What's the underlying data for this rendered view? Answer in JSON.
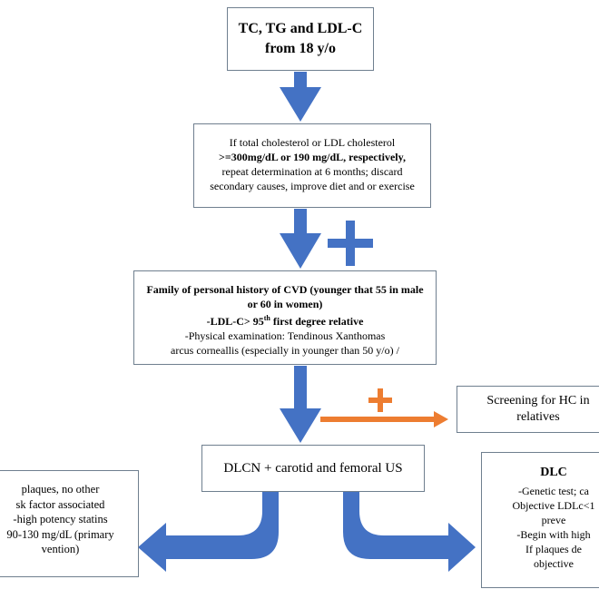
{
  "diagram": {
    "box_start": {
      "line1": "TC, TG and LDL-C",
      "line2": "from 18 y/o"
    },
    "box_repeat": {
      "line1": "If total cholesterol or LDL cholesterol",
      "line2": ">=300mg/dL or 190 mg/dL, respectively,",
      "line3": "repeat determination at 6 months; discard",
      "line4": "secondary causes, improve diet and or exercise"
    },
    "box_history": {
      "line1": "Family of personal history of CVD (younger that 55 in male",
      "line2": "or 60 in women)",
      "line3_pre": "-LDL-C> 95",
      "line3_sup": "th",
      "line3_post": " first degree relative",
      "line4": "-Physical examination:  Tendinous Xanthomas",
      "line5": "arcus corneallis (especially in younger than 50 y/o) /"
    },
    "box_screening": {
      "line1": "Screening for HC in",
      "line2": "relatives"
    },
    "box_dlcn": {
      "line1": "DLCN + carotid and femoral US"
    },
    "box_left": {
      "line1": " plaques, no other",
      "line2": "sk factor associated",
      "line3": "-high potency statins",
      "line4": "90-130 mg/dL (primary",
      "line5": "vention)"
    },
    "box_right": {
      "line1": "DLC",
      "line2": "-Genetic test; ca",
      "line3": "Objective LDLc<1",
      "line4": "preve",
      "line5": "-Begin with high",
      "line6": "If plaques de",
      "line7": "objective"
    },
    "colors": {
      "blue_arrow": "#4472c4",
      "orange_arrow": "#ed7d31",
      "box_border": "#6f7f8f"
    }
  }
}
